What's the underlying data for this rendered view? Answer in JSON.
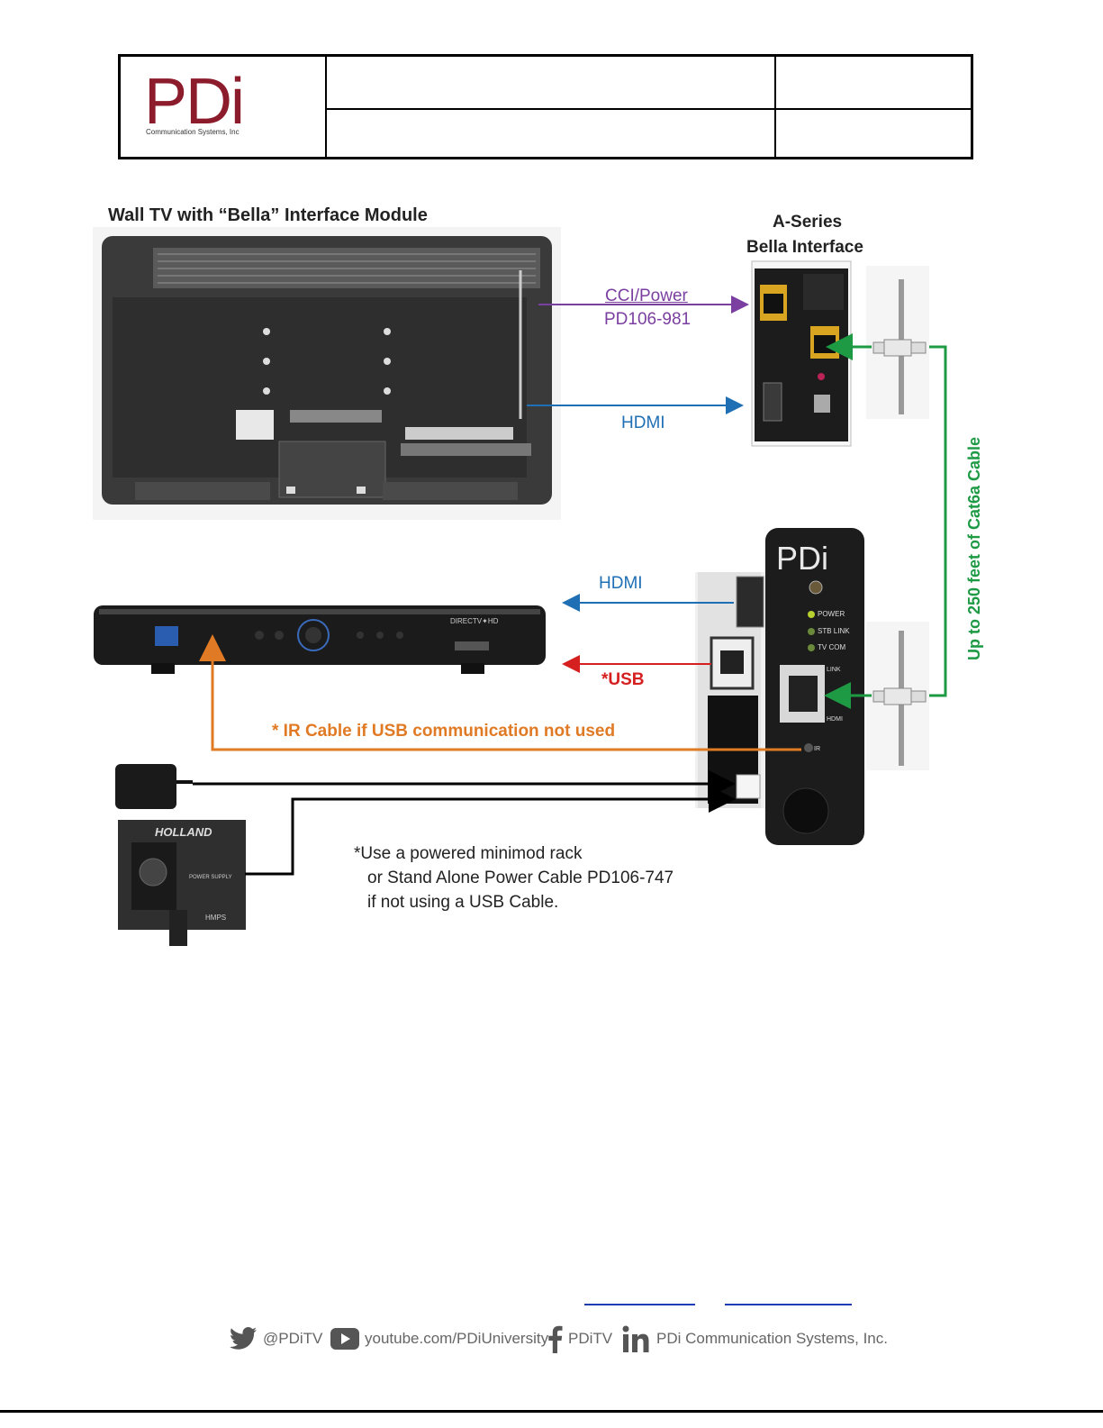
{
  "header": {
    "logo_text": "PDi",
    "logo_subtitle": "Communication Systems, Inc"
  },
  "diagram": {
    "tv_title": "Wall TV with “Bella” Interface Module",
    "bella_title_line1": "A-Series",
    "bella_title_line2": "Bella Interface",
    "cci_power_line1": "CCI/Power",
    "cci_power_line2": "PD106-981",
    "hdmi_top": "HDMI",
    "hdmi_mid": "HDMI",
    "usb_label": "*USB",
    "ir_label": "* IR Cable if USB communication not used",
    "cat6_label": "Up to 250 feet of Cat6a Cable",
    "power_note_line1": "*Use a powered minimod rack",
    "power_note_line2": "or Stand Alone Power Cable PD106-747",
    "power_note_line3": "if not using a USB Cable.",
    "stb_brand": "DIRECTV✦HD",
    "module_brand": "PDi",
    "module_leds": [
      "POWER",
      "STB LINK",
      "TV COM"
    ],
    "module_port_labels": [
      "LINK",
      "HDMI",
      "IR"
    ],
    "power_supply_brand": "HOLLAND",
    "power_supply_label": "POWER SUPPLY",
    "power_supply_model": "HMPS",
    "colors": {
      "cci": "#7a3fa0",
      "hdmi": "#1f6fb5",
      "usb": "#d62020",
      "ir": "#e07a24",
      "cat6": "#1e9a45",
      "power": "#000000"
    }
  },
  "footer": {
    "twitter": "@PDiTV",
    "youtube": "youtube.com/PDiUniversity",
    "facebook": "PDiTV",
    "linkedin": "PDi Communication Systems, Inc."
  }
}
